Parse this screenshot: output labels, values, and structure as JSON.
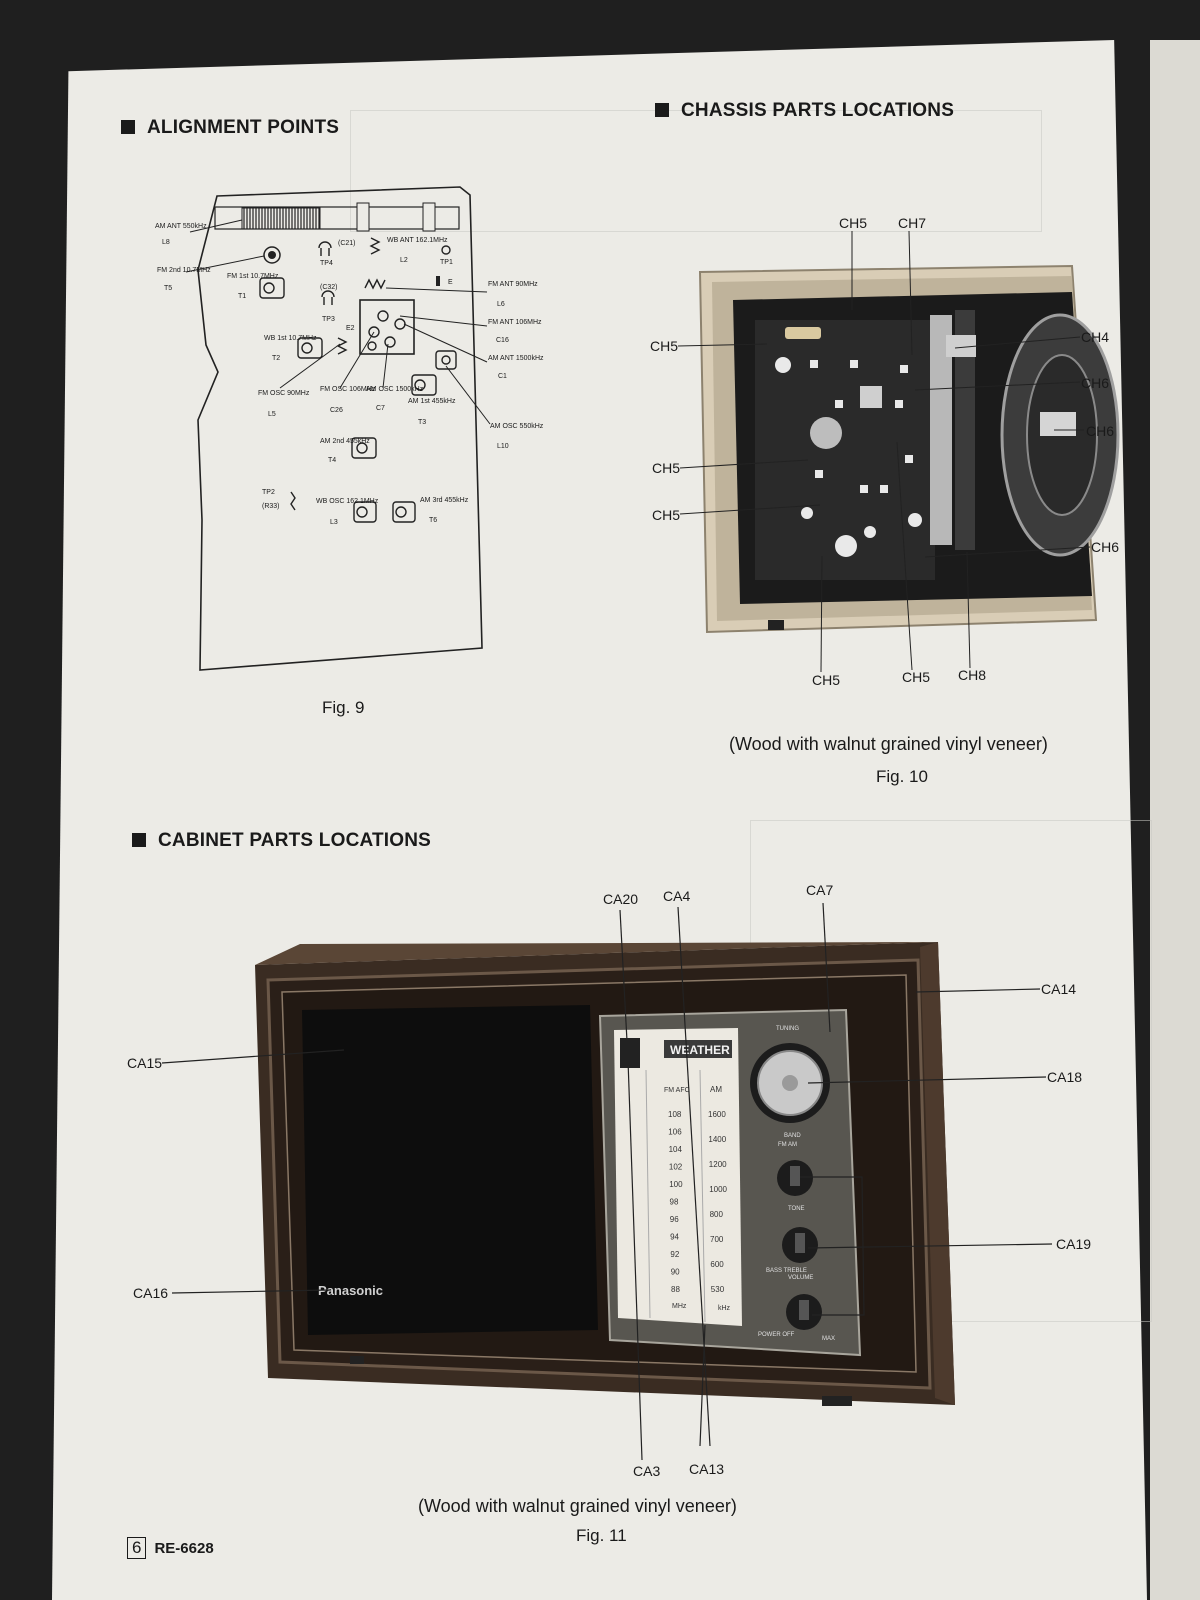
{
  "alignment": {
    "heading": "ALIGNMENT POINTS",
    "fig": "Fig. 9",
    "labels": {
      "am_ant_550": "AM ANT 550kHz",
      "l8": "L8",
      "fm2nd": "FM 2nd 10.7MHz",
      "t5": "T5",
      "fm1st": "FM 1st 10.7MHz",
      "t1": "T1",
      "c21": "(C21)",
      "tp4": "TP4",
      "wb_ant": "WB ANT 162.1MHz",
      "l2": "L2",
      "tp1": "TP1",
      "c32": "(C32)",
      "tp3": "TP3",
      "e2": "E2",
      "e": "E",
      "fm_ant_90": "FM ANT 90MHz",
      "l6": "L6",
      "fm_ant_106": "FM ANT 106MHz",
      "c16": "C16",
      "am_ant_1500": "AM ANT 1500kHz",
      "c1": "C1",
      "wb1st": "WB 1st 10.7MHz",
      "t2": "T2",
      "fm_osc_90": "FM OSC 90MHz",
      "l5": "L5",
      "fm_osc_106": "FM OSC 106MHz",
      "c26": "C26",
      "am_osc_1500": "AM OSC 1500kHz",
      "c7": "C7",
      "am1st": "AM 1st 455kHz",
      "t3": "T3",
      "am_osc_550": "AM OSC 550kHz",
      "l10": "L10",
      "am2nd": "AM 2nd 455kHz",
      "t4": "T4",
      "tp2": "TP2",
      "r33": "(R33)",
      "wb_osc": "WB OSC 162.1MHz",
      "l3": "L3",
      "am3rd": "AM 3rd 455kHz",
      "t6": "T6"
    }
  },
  "chassis": {
    "heading": "CHASSIS PARTS LOCATIONS",
    "caption": "(Wood with walnut grained vinyl veneer)",
    "fig": "Fig. 10",
    "labels": {
      "ch5_top": "CH5",
      "ch7": "CH7",
      "ch4": "CH4",
      "ch6_a": "CH6",
      "ch6_b": "CH6",
      "ch6_c": "CH6",
      "ch5_left1": "CH5",
      "ch5_left2": "CH5",
      "ch5_left3": "CH5",
      "ch5_bottom1": "CH5",
      "ch5_bottom2": "CH5",
      "ch8": "CH8"
    }
  },
  "cabinet": {
    "heading": "CABINET PARTS LOCATIONS",
    "caption": "(Wood with walnut grained vinyl veneer)",
    "fig": "Fig. 11",
    "labels": {
      "ca20": "CA20",
      "ca4": "CA4",
      "ca7": "CA7",
      "ca14": "CA14",
      "ca15": "CA15",
      "ca18": "CA18",
      "ca19": "CA19",
      "ca16": "CA16",
      "ca3": "CA3",
      "ca13": "CA13"
    },
    "radio": {
      "brand": "Panasonic",
      "weather": "WEATHER",
      "fm_header": "FM AFC",
      "am_header": "AM",
      "fm_scale": [
        "108",
        "106",
        "104",
        "102",
        "100",
        "98",
        "96",
        "94",
        "92",
        "90",
        "88"
      ],
      "am_scale": [
        "1600",
        "1400",
        "1200",
        "1000",
        "800",
        "700",
        "600",
        "530"
      ],
      "fm_unit": "MHz",
      "am_unit": "kHz",
      "tuning": "TUNING",
      "band": "BAND",
      "band_opts": "FM AM",
      "tone": "TONE",
      "tone_opts": "BASS TREBLE",
      "volume": "VOLUME",
      "power": "POWER OFF",
      "max": "MAX"
    }
  },
  "footer": {
    "page": "6",
    "model": "RE-6628"
  }
}
